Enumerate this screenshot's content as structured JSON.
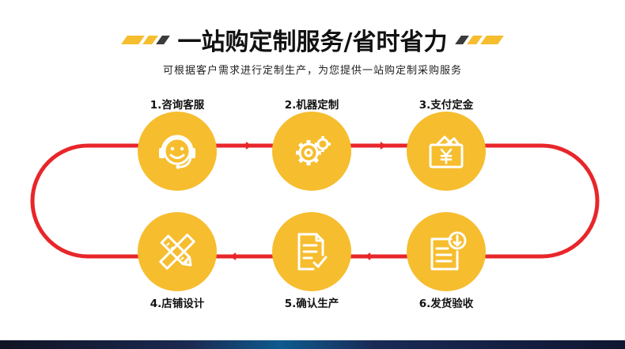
{
  "header": {
    "title": "一站购定制服务/省时省力",
    "subtitle": "可根据客户需求进行定制生产，为您提供一站购定制采购服务"
  },
  "colors": {
    "accent": "#F6BD2E",
    "path": "#E8262A",
    "deco_dark": "#3B3B3B"
  },
  "steps": [
    {
      "label": "1.咨询客服",
      "icon": "customer-service-icon"
    },
    {
      "label": "2.机器定制",
      "icon": "gears-icon"
    },
    {
      "label": "3.支付定金",
      "icon": "wallet-yen-icon"
    },
    {
      "label": "4.店铺设计",
      "icon": "pencil-ruler-icon"
    },
    {
      "label": "5.确认生产",
      "icon": "document-check-icon"
    },
    {
      "label": "6.发货验收",
      "icon": "document-download-icon"
    }
  ]
}
